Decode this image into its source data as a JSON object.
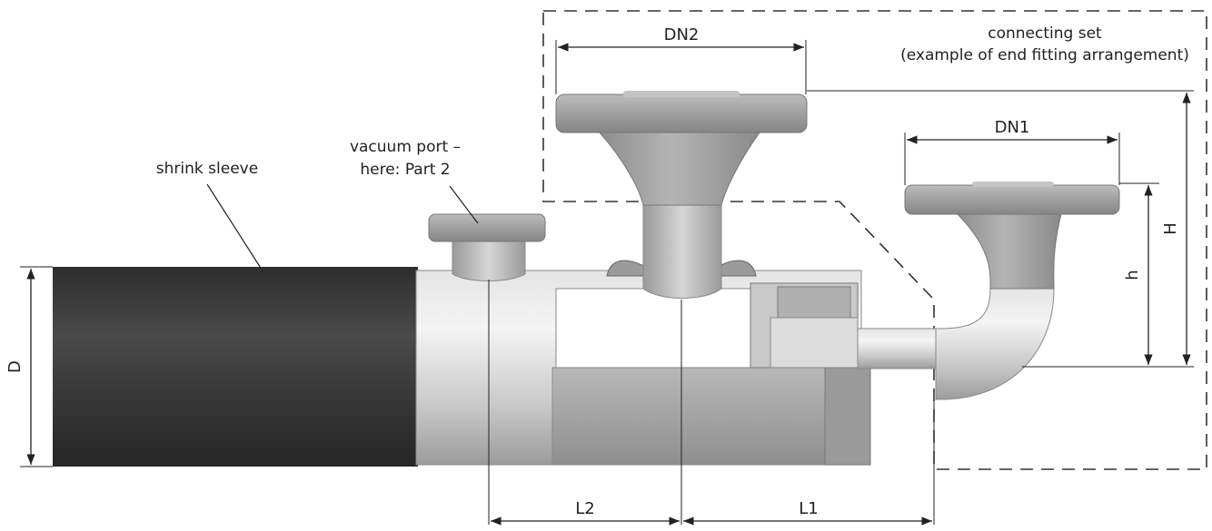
{
  "labels": {
    "connecting_set_line1": "connecting set",
    "connecting_set_line2": "(example of end fitting arrangement)",
    "vacuum_port_line1": "vacuum port –",
    "vacuum_port_line2": "here: Part 2",
    "shrink_sleeve": "shrink sleeve"
  },
  "dimensions": {
    "dn1": "DN1",
    "dn2": "DN2",
    "d": "D",
    "h_small": "h",
    "h_large": "H",
    "l1": "L1",
    "l2": "L2"
  },
  "colors": {
    "sleeve_dark": "#3a3a3a",
    "steel_light": "#d8d8d8",
    "steel_mid": "#a9a9a9",
    "line": "#222222"
  }
}
